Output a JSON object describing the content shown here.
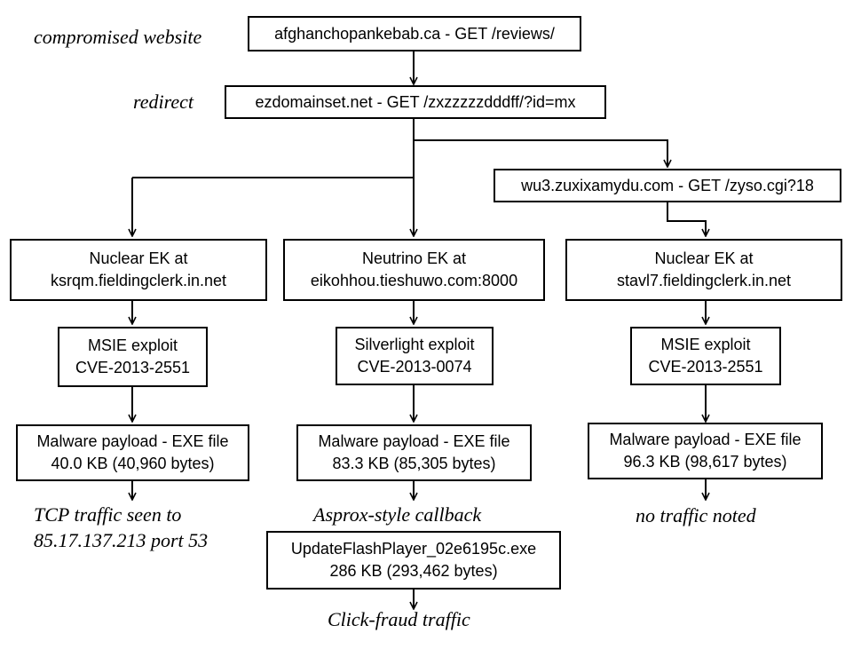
{
  "labels": {
    "compromised": "compromised website",
    "redirect": "redirect",
    "left_result_line1": "TCP traffic seen to",
    "left_result_line2": "85.17.137.213 port 53",
    "middle_callback": "Asprox-style callback",
    "middle_result": "Click-fraud traffic",
    "right_result": "no traffic noted"
  },
  "boxes": {
    "site": [
      "afghanchopankebab.ca - GET /reviews/"
    ],
    "redirect": [
      "ezdomainset.net - GET /zxzzzzzdddff/?id=mx"
    ],
    "wu3": [
      "wu3.zuxixamydu.com - GET /zyso.cgi?18"
    ],
    "ek_left": [
      "Nuclear EK at",
      "ksrqm.fieldingclerk.in.net"
    ],
    "ek_middle": [
      "Neutrino EK at",
      "eikohhou.tieshuwo.com:8000"
    ],
    "ek_right": [
      "Nuclear EK at",
      "stavl7.fieldingclerk.in.net"
    ],
    "exploit_left": [
      "MSIE exploit",
      "CVE-2013-2551"
    ],
    "exploit_middle": [
      "Silverlight exploit",
      "CVE-2013-0074"
    ],
    "exploit_right": [
      "MSIE exploit",
      "CVE-2013-2551"
    ],
    "payload_left": [
      "Malware payload - EXE file",
      "40.0 KB (40,960 bytes)"
    ],
    "payload_middle": [
      "Malware payload - EXE file",
      "83.3 KB (85,305 bytes)"
    ],
    "payload_right": [
      "Malware payload - EXE file",
      "96.3 KB (98,617 bytes)"
    ],
    "update": [
      "UpdateFlashPlayer_02e6195c.exe",
      "286 KB (293,462 bytes)"
    ]
  }
}
